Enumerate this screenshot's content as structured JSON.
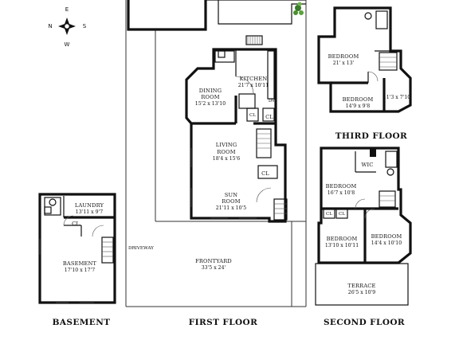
{
  "compass": {
    "n": "N",
    "e": "E",
    "s": "S",
    "w": "W"
  },
  "floors": {
    "basement": "BASEMENT",
    "first": "FIRST FLOOR",
    "second": "SECOND FLOOR",
    "third": "THIRD FLOOR"
  },
  "rooms": {
    "laundry": {
      "name": "LAUNDRY",
      "dim": "13'11 x 9'7"
    },
    "basement_cl": {
      "name": "CL"
    },
    "basement": {
      "name": "BASEMENT",
      "dim": "17'10 x 17'7"
    },
    "driveway": {
      "name": "DRIVEWAY"
    },
    "frontyard": {
      "name": "FRONTYARD",
      "dim": "33'5 x 24'"
    },
    "dining": {
      "name1": "DINING",
      "name2": "ROOM",
      "dim": "15'2 x 13'10"
    },
    "kitchen": {
      "name": "KITCHEN",
      "dim": "21'7 x 10'11"
    },
    "dw": {
      "name": "DW"
    },
    "first_cl_a": {
      "name": "CL"
    },
    "first_cl_b": {
      "name": "CL"
    },
    "first_cl_c": {
      "name": "CL"
    },
    "living": {
      "name1": "LIVING",
      "name2": "ROOM",
      "dim": "18'4 x 15'6"
    },
    "sun": {
      "name": "SUN",
      "name2": "ROOM",
      "dim": "21'11 x 10'5"
    },
    "third_bed1": {
      "name": "BEDROOM",
      "dim": "21' x 13'"
    },
    "third_bed2": {
      "name": "BEDROOM",
      "dim": "14'9 x 9'8"
    },
    "third_bed3": {
      "dim": "11'3 x 7'10"
    },
    "wic": {
      "name": "WIC"
    },
    "second_bed1": {
      "name": "BEDROOM",
      "dim": "16'7 x 10'8"
    },
    "second_cl_a": {
      "name": "CL"
    },
    "second_cl_b": {
      "name": "CL"
    },
    "second_bed2": {
      "name": "BEDROOM",
      "dim": "13'10 x 10'11"
    },
    "second_bed3": {
      "name": "BEDROOM",
      "dim": "14'4 x 10'10"
    },
    "terrace": {
      "name": "TERRACE",
      "dim": "26'5 x 10'9"
    }
  }
}
